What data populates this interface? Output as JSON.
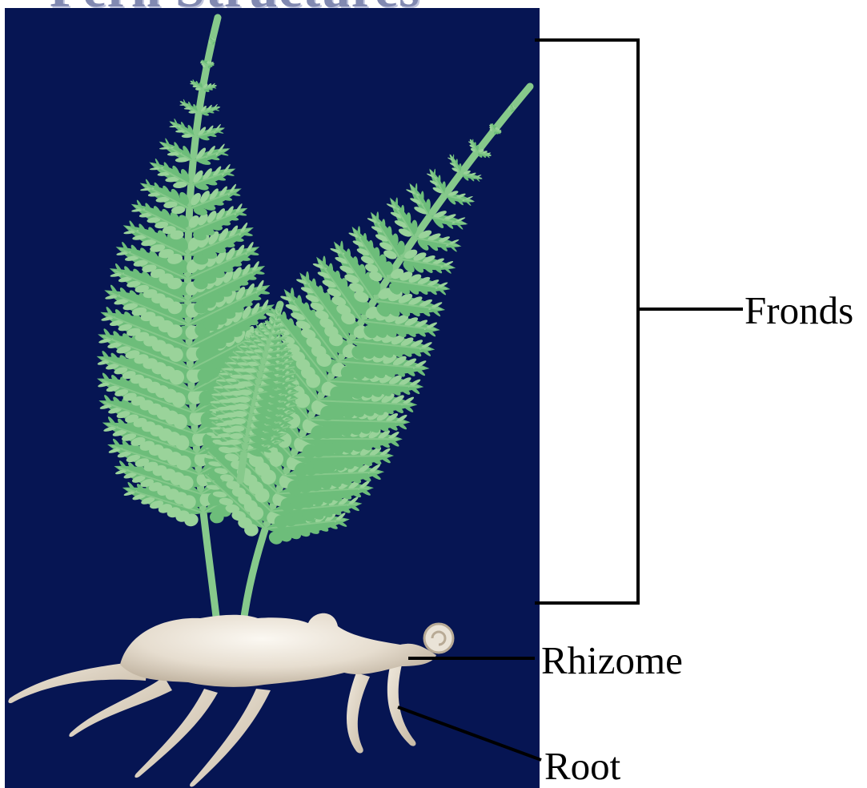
{
  "title": "Fern Structures",
  "labels": {
    "fronds": "Fronds",
    "rhizome": "Rhizome",
    "root": "Root"
  },
  "colors": {
    "background_panel": "#061553",
    "frond_green": "#6dbd7a",
    "frond_light": "#9ad39a",
    "stem_green": "#86c98b",
    "rhizome_fill": "#e5ddd1",
    "leader_lines": "#000000"
  }
}
